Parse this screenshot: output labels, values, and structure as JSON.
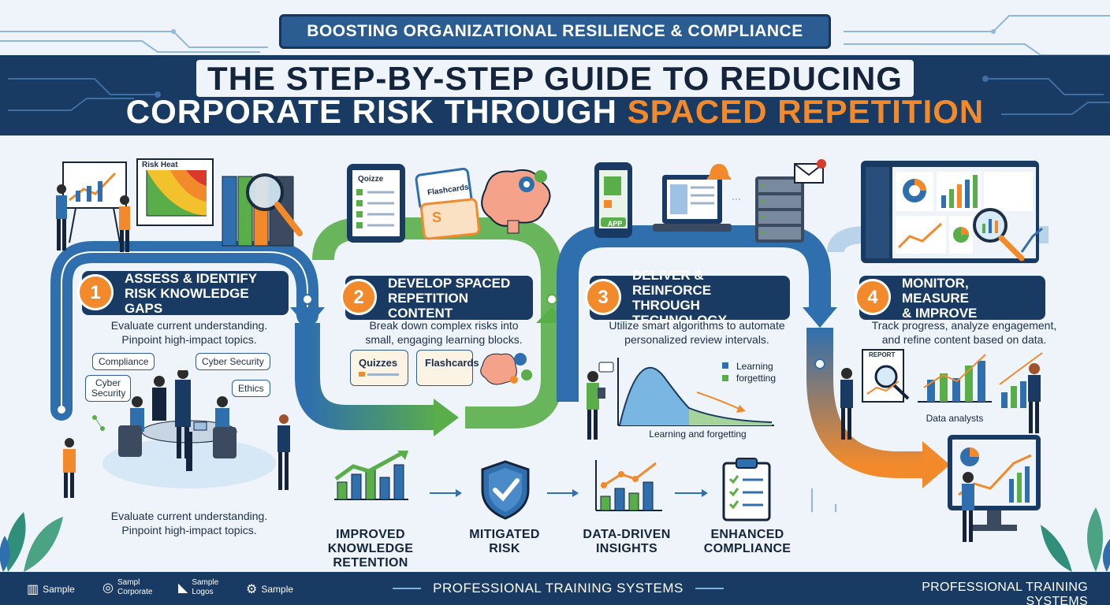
{
  "header": {
    "subtitle": "BOOSTING ORGANIZATIONAL RESILIENCE & COMPLIANCE",
    "title_line1": "THE STEP-BY-STEP GUIDE TO REDUCING",
    "title_line2_main": "CORPORATE RISK THROUGH",
    "title_line2_highlight": "SPACED REPETITION"
  },
  "colors": {
    "navy": "#183a63",
    "blue": "#2f6fad",
    "green": "#5aae4a",
    "orange": "#f28a2c",
    "background": "#eef4f9"
  },
  "steps": [
    {
      "number": "1",
      "title_line1": "ASSESS & IDENTIFY",
      "title_line2": "RISK KNOWLEDGE GAPS",
      "desc_line1": "Evaluate current understanding.",
      "desc_line2": "Pinpoint high-impact topics.",
      "tags": [
        "Compliance",
        "Cyber Security",
        "Cyber Security",
        "Ethics"
      ],
      "heatmap_label": "Risk Heat",
      "bottom_line1": "Evaluate current understanding.",
      "bottom_line2": "Pinpoint high-impact topics."
    },
    {
      "number": "2",
      "title_line1": "DEVELOP SPACED",
      "title_line2": "REPETITION CONTENT",
      "desc_line1": "Break down complex risks into",
      "desc_line2": "small, engaging learning blocks.",
      "tablet_label": "Qoizze",
      "flashcard_label": "Flashcards",
      "card_quizzes": "Quizzes",
      "card_flashcards": "Flashcards"
    },
    {
      "number": "3",
      "title_line1": "DELIVER & REINFORCE",
      "title_line2": "THROUGH TECHNOLOGY",
      "desc_line1": "Utilize smart algorithms to automate",
      "desc_line2": "personalized review intervals.",
      "phone_label": "APP",
      "legend_learning": "Learning",
      "legend_forgetting": "forgetting",
      "chart_caption": "Learning and forgetting"
    },
    {
      "number": "4",
      "title_line1": "MONITOR, MEASURE",
      "title_line2": "& IMPROVE",
      "desc_line1": "Track progress, analyze engagement,",
      "desc_line2": "and refine content based on data.",
      "report_label": "REPORT",
      "analysts_caption": "Data analysts"
    }
  ],
  "outcomes": [
    {
      "line1": "IMPROVED KNOWLEDGE",
      "line2": "RETENTION",
      "icon": "bar-chart-icon"
    },
    {
      "line1": "MITIGATED",
      "line2": "RISK",
      "icon": "shield-check-icon"
    },
    {
      "line1": "DATA-DRIVEN",
      "line2": "INSIGHTS",
      "icon": "line-chart-icon"
    },
    {
      "line1": "ENHANCED",
      "line2": "COMPLIANCE",
      "icon": "clipboard-checklist-icon"
    }
  ],
  "footer": {
    "logos": [
      {
        "label": "Sample",
        "icon": "bar-logo-icon"
      },
      {
        "label_line1": "Sampl",
        "label_line2": "Corporate",
        "icon": "swirl-logo-icon"
      },
      {
        "label_line1": "Sample",
        "label_line2": "Logos",
        "icon": "triangle-logo-icon"
      },
      {
        "label": "Sample",
        "icon": "gear-logo-icon"
      }
    ],
    "center_text": "PROFESSIONAL TRAINING SYSTEMS",
    "right_text": "PROFESSIONAL TRAINING SYSTEMS"
  }
}
